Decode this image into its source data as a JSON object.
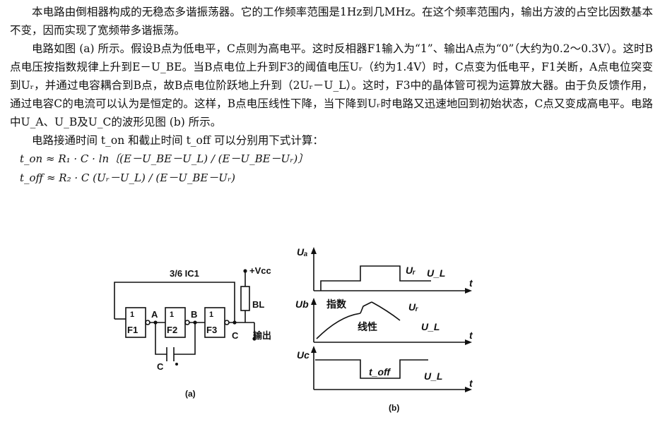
{
  "paragraphs": [
    "本电路由倒相器构成的无稳态多谐振荡器。它的工作频率范围是1Hz到几MHz。在这个频率范围内，输出方波的占空比因数基本不变，因而实现了宽频带多谐振荡。",
    "电路如图        (a) 所示。假设B点为低电平，C点则为高电平。这时反相器F1输入为“1”、输出A点为“0”（大约为0.2～0.3V）。这时B点电压按指数规律上升到E－U_BE。当B点电位上升到F3的阈值电压Uᵣ（约为1.4V）时，C点变为低电平，F1关断，A点电位突变到Uᵣ，并通过电容耦合到B点，故B点电位阶跃地上升到（2Uᵣ－U_L）。这时，F3中的晶体管可视为运算放大器。由于负反馈作用，通过电容C的电流可以认为是恒定的。这样，B点电压线性下降，当下降到Uᵣ时电路又迅速地回到初始状态，C点又变成高电平。电路中U_A、U_B及U_C的波形见图        (b) 所示。",
    "电路接通时间 t_on 和截止时间 t_off 可以分别用下式计算："
  ],
  "formulas": [
    "t_on ≈ R₁ · C · ln〔(E－U_BE－U_L) / (E－U_BE－Uᵣ)〕",
    "t_off ≈ R₂ · C (Uᵣ－U_L) / (E－U_BE－Uᵣ)"
  ],
  "circuit": {
    "ic_label": "3/6 IC1",
    "vcc_label": "+Vcc",
    "resistor_label": "BL",
    "gate_labels": [
      "F1",
      "F2",
      "F3"
    ],
    "gate_marks": [
      "1",
      "1",
      "1"
    ],
    "node_labels": [
      "A",
      "B",
      "C"
    ],
    "capacitor_label": "C",
    "output_label": "输出",
    "caption": "(a)"
  },
  "waveforms": {
    "ua_label": "Uₐ",
    "ub_label": "Ub",
    "uc_label": "Uc",
    "time_label": "t",
    "ur_label": "Uᵣ",
    "ul_label": "U_L",
    "exp_label": "指数",
    "linear_label": "线性",
    "toff_label": "t_off",
    "caption": "(b)"
  }
}
